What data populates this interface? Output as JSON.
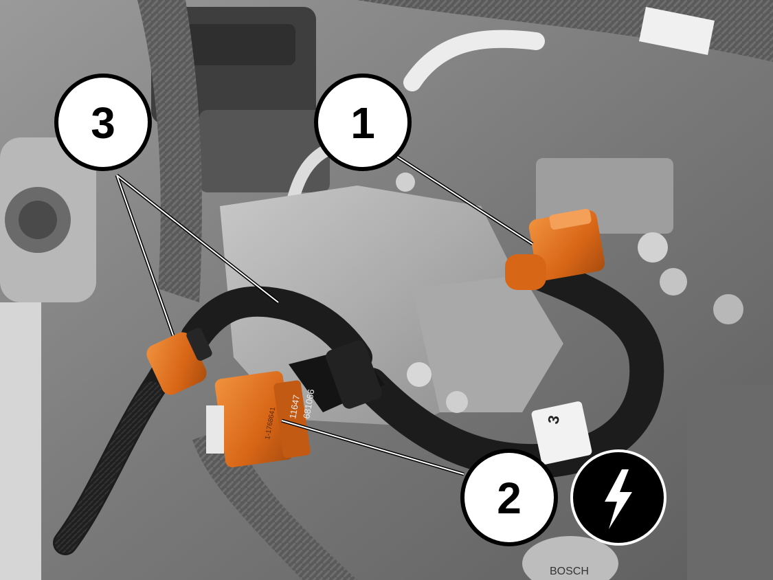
{
  "callouts": [
    {
      "id": "1",
      "label": "1"
    },
    {
      "id": "2",
      "label": "2"
    },
    {
      "id": "3",
      "label": "3"
    }
  ],
  "warning_badge": {
    "icon": "lightning-bolt-icon"
  },
  "connector_labels": {
    "connector_2_text_a": "11647",
    "connector_2_text_b": "681066",
    "connector_2_text_c": "1-1768641"
  },
  "sticker": {
    "text": "3"
  },
  "bottom_part_text": {
    "text": "BOSCH"
  },
  "colors": {
    "highlight_orange": "#E0701C",
    "hose_black": "#1c1c1c",
    "engine_gray": "#8c8c8c",
    "callout_fill": "#ffffff",
    "callout_stroke": "#000000"
  }
}
